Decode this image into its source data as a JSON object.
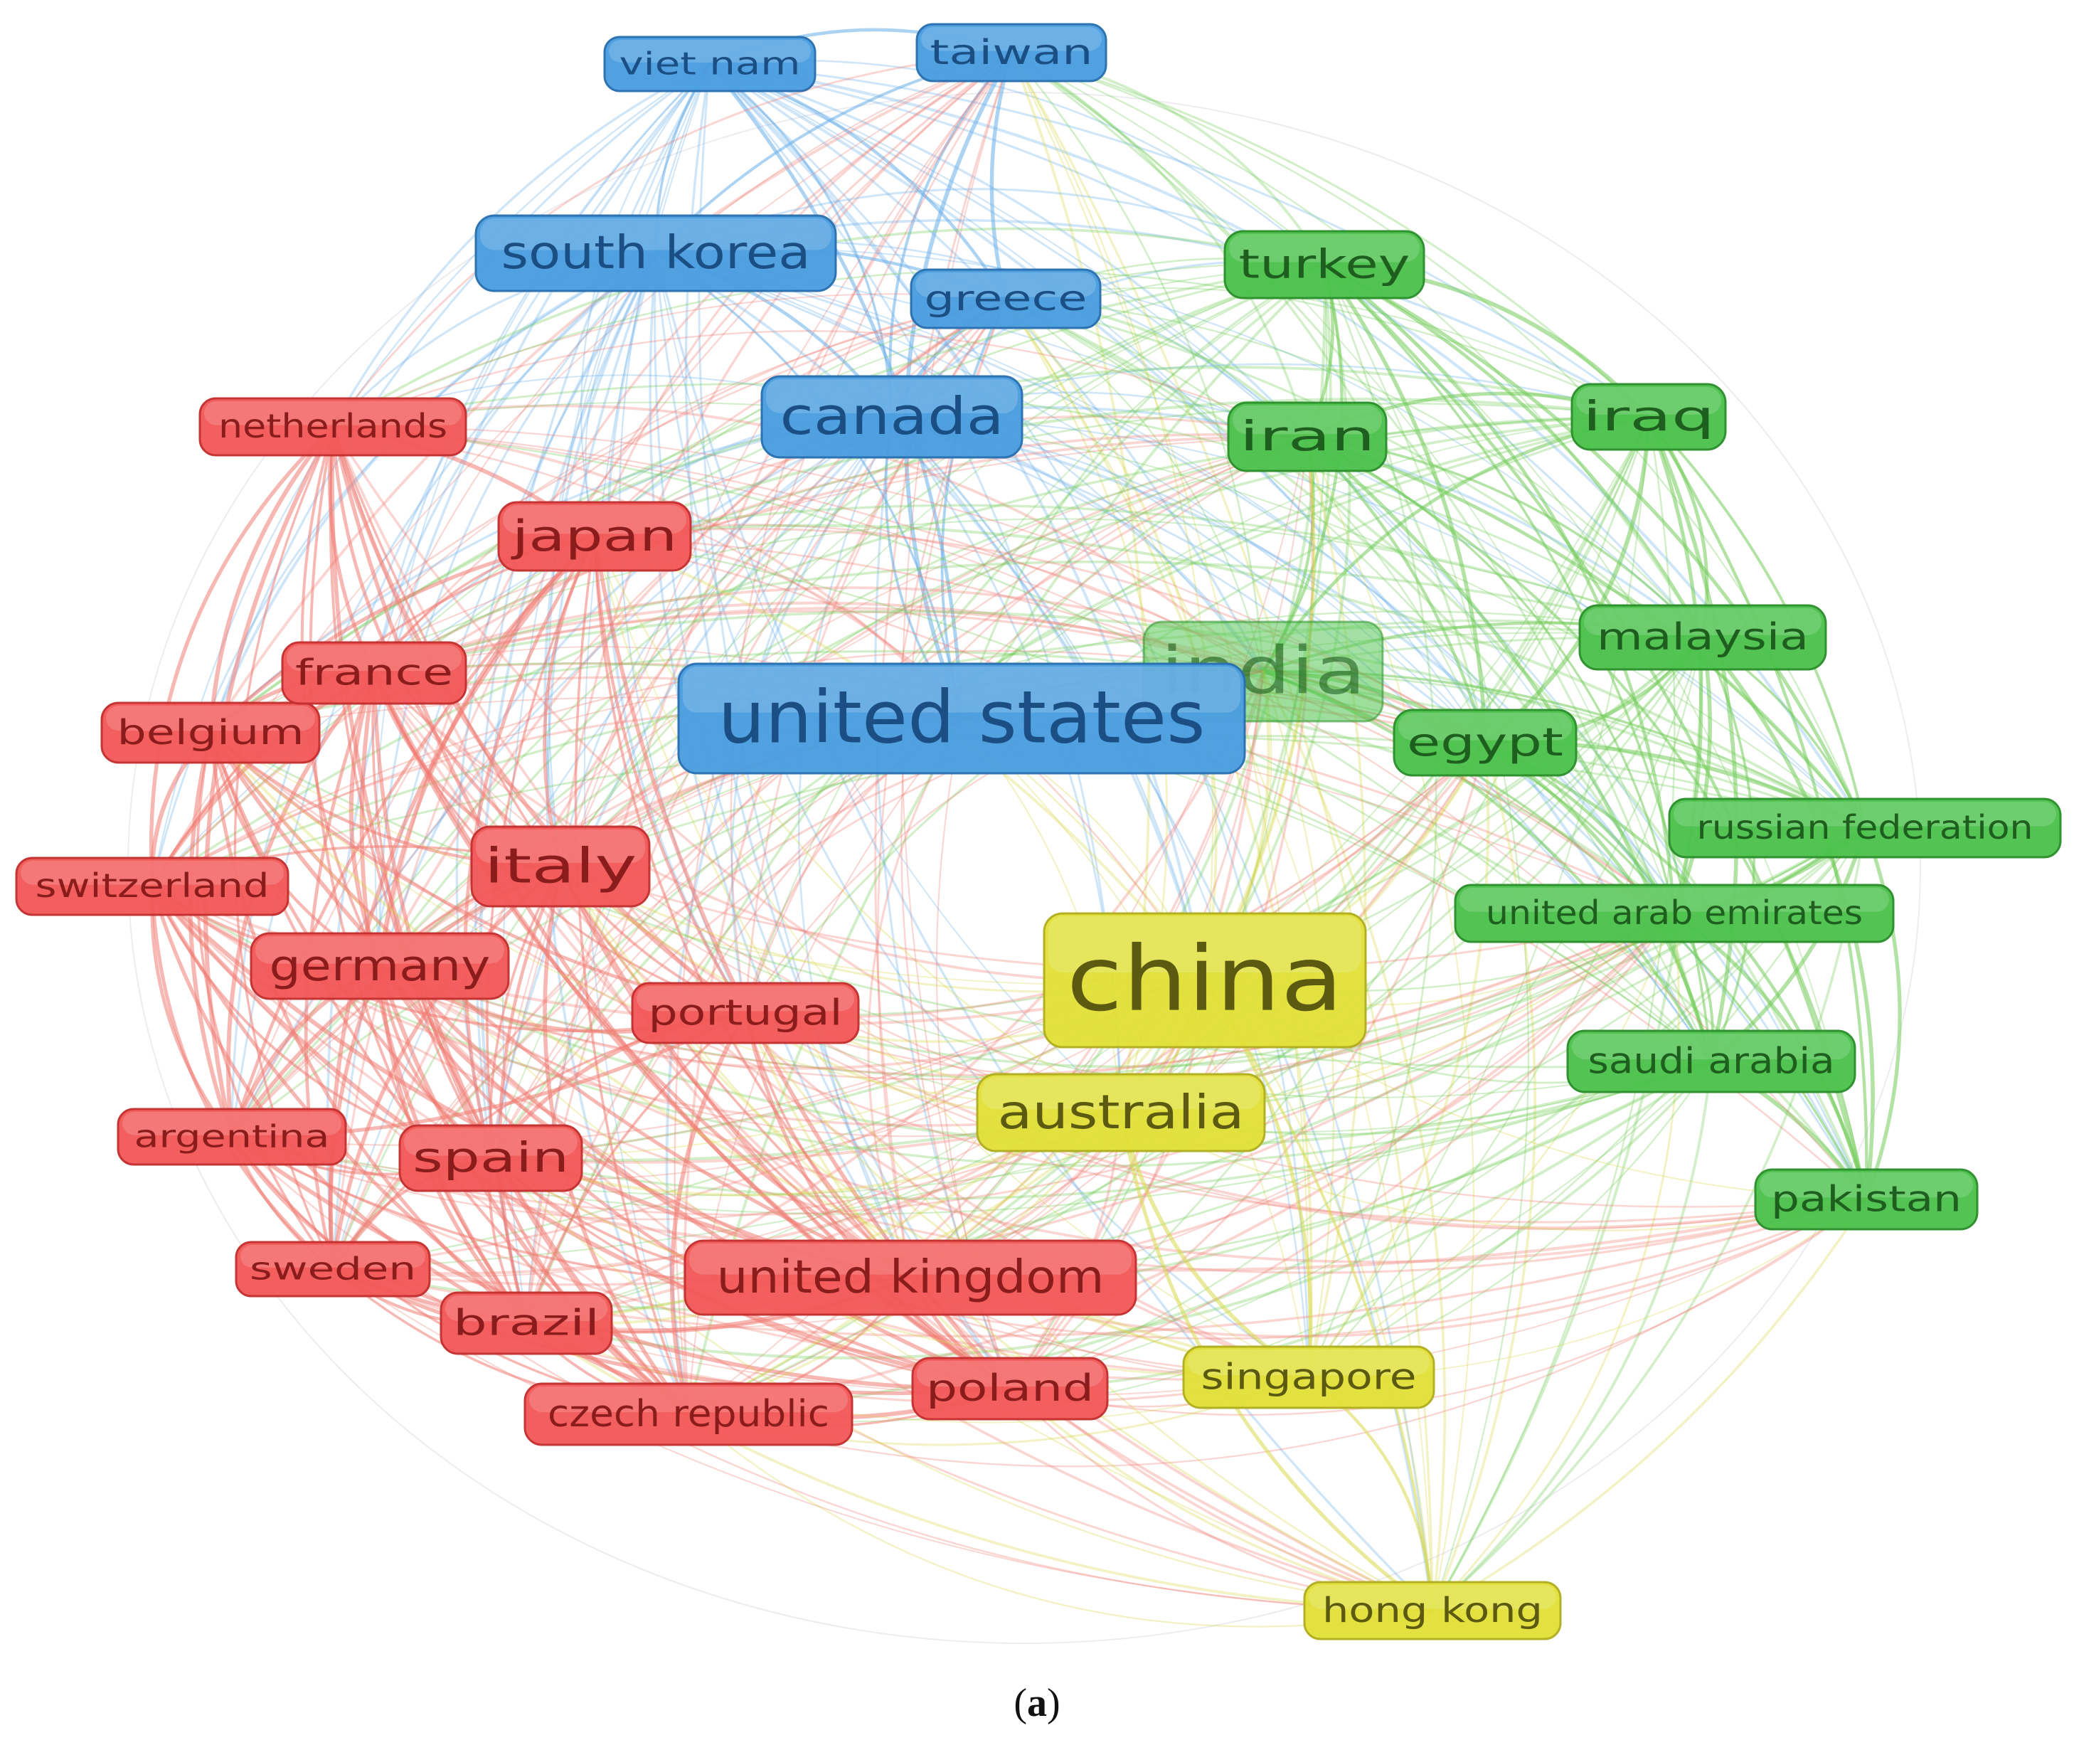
{
  "clusters": {
    "blue": {
      "fill": "#4a9de0",
      "stroke": "#2a6fb0",
      "text": "#1b4f84",
      "edge": "#6aaee8"
    },
    "green": {
      "fill": "#4cc24c",
      "stroke": "#2c8f2c",
      "text": "#1e5e1e",
      "edge": "#72cc5a"
    },
    "red": {
      "fill": "#f25858",
      "stroke": "#c33030",
      "text": "#8a1c1c",
      "edge": "#f07c72"
    },
    "yellow": {
      "fill": "#e1e038",
      "stroke": "#b0ad20",
      "text": "#5b5a10",
      "edge": "#d8d84a"
    }
  },
  "nodes": [
    {
      "id": "viet-nam",
      "label": "viet nam",
      "cluster": "blue"
    },
    {
      "id": "taiwan",
      "label": "taiwan",
      "cluster": "blue"
    },
    {
      "id": "south-korea",
      "label": "south korea",
      "cluster": "blue"
    },
    {
      "id": "greece",
      "label": "greece",
      "cluster": "blue"
    },
    {
      "id": "canada",
      "label": "canada",
      "cluster": "blue"
    },
    {
      "id": "united-states",
      "label": "united states",
      "cluster": "blue"
    },
    {
      "id": "turkey",
      "label": "turkey",
      "cluster": "green"
    },
    {
      "id": "iran",
      "label": "iran",
      "cluster": "green"
    },
    {
      "id": "iraq",
      "label": "iraq",
      "cluster": "green"
    },
    {
      "id": "india",
      "label": "india",
      "cluster": "green"
    },
    {
      "id": "malaysia",
      "label": "malaysia",
      "cluster": "green"
    },
    {
      "id": "egypt",
      "label": "egypt",
      "cluster": "green"
    },
    {
      "id": "russian-federation",
      "label": "russian federation",
      "cluster": "green"
    },
    {
      "id": "united-arab-emirates",
      "label": "united arab emirates",
      "cluster": "green"
    },
    {
      "id": "saudi-arabia",
      "label": "saudi arabia",
      "cluster": "green"
    },
    {
      "id": "pakistan",
      "label": "pakistan",
      "cluster": "green"
    },
    {
      "id": "netherlands",
      "label": "netherlands",
      "cluster": "red"
    },
    {
      "id": "japan",
      "label": "japan",
      "cluster": "red"
    },
    {
      "id": "france",
      "label": "france",
      "cluster": "red"
    },
    {
      "id": "belgium",
      "label": "belgium",
      "cluster": "red"
    },
    {
      "id": "switzerland",
      "label": "switzerland",
      "cluster": "red"
    },
    {
      "id": "italy",
      "label": "italy",
      "cluster": "red"
    },
    {
      "id": "germany",
      "label": "germany",
      "cluster": "red"
    },
    {
      "id": "portugal",
      "label": "portugal",
      "cluster": "red"
    },
    {
      "id": "argentina",
      "label": "argentina",
      "cluster": "red"
    },
    {
      "id": "spain",
      "label": "spain",
      "cluster": "red"
    },
    {
      "id": "sweden",
      "label": "sweden",
      "cluster": "red"
    },
    {
      "id": "brazil",
      "label": "brazil",
      "cluster": "red"
    },
    {
      "id": "united-kingdom",
      "label": "united kingdom",
      "cluster": "red"
    },
    {
      "id": "czech-republic",
      "label": "czech republic",
      "cluster": "red"
    },
    {
      "id": "poland",
      "label": "poland",
      "cluster": "red"
    },
    {
      "id": "china",
      "label": "china",
      "cluster": "yellow"
    },
    {
      "id": "australia",
      "label": "australia",
      "cluster": "yellow"
    },
    {
      "id": "singapore",
      "label": "singapore",
      "cluster": "yellow"
    },
    {
      "id": "hong-kong",
      "label": "hong kong",
      "cluster": "yellow"
    }
  ],
  "caption": {
    "open": "(",
    "letter": "a",
    "close": ")"
  }
}
